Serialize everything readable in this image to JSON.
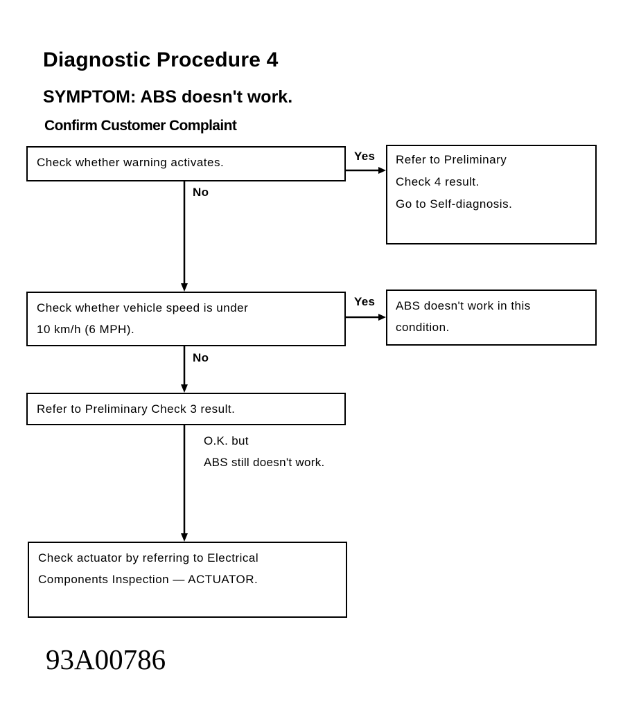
{
  "header": {
    "title": "Diagnostic Procedure 4",
    "symptom": "SYMPTOM: ABS doesn't work.",
    "subheading": "Confirm Customer Complaint"
  },
  "boxes": {
    "check_warning": {
      "lines": [
        "Check whether warning activates."
      ]
    },
    "refer_prelim_4": {
      "lines": [
        "Refer to Preliminary",
        "Check 4 result.",
        "Go to Self-diagnosis."
      ]
    },
    "check_speed": {
      "lines": [
        "Check whether vehicle speed is under",
        "10 km/h (6 MPH)."
      ]
    },
    "abs_condition": {
      "lines": [
        "ABS doesn't work in this",
        "condition."
      ]
    },
    "refer_prelim_3": {
      "lines": [
        "Refer to Preliminary Check 3 result."
      ]
    },
    "check_actuator": {
      "lines": [
        "Check actuator by referring to Electrical",
        "Components Inspection — ACTUATOR."
      ]
    }
  },
  "edge_labels": {
    "yes_1": "Yes",
    "no_1": "No",
    "yes_2": "Yes",
    "no_2": "No",
    "ok_line1": "O.K. but",
    "ok_line2": "ABS still doesn't work."
  },
  "figure_id": "93A00786"
}
